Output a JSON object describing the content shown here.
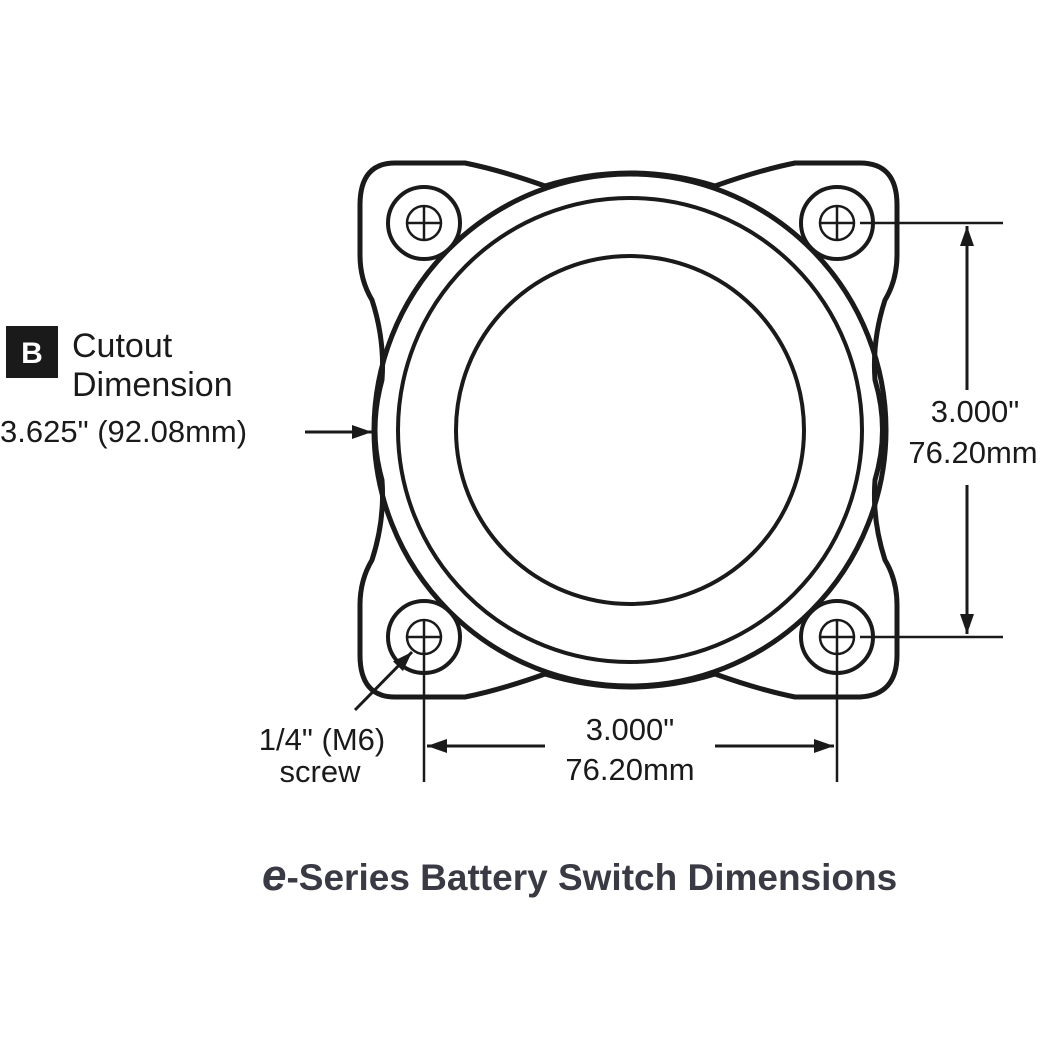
{
  "callout": {
    "badge": "B",
    "line1": "Cutout",
    "line2": "Dimension",
    "value": "3.625\" (92.08mm)"
  },
  "vertical_dimension": {
    "inches": "3.000\"",
    "mm": "76.20mm"
  },
  "horizontal_dimension": {
    "inches": "3.000\"",
    "mm": "76.20mm"
  },
  "screw_note": {
    "line1": "1/4\" (M6)",
    "line2": "screw"
  },
  "title": {
    "brand_letter": "e",
    "text": "-Series Battery Switch Dimensions"
  },
  "colors": {
    "stroke": "#1a1a1a",
    "title": "#3a3a44",
    "badge_bg": "#1a1a1a"
  }
}
